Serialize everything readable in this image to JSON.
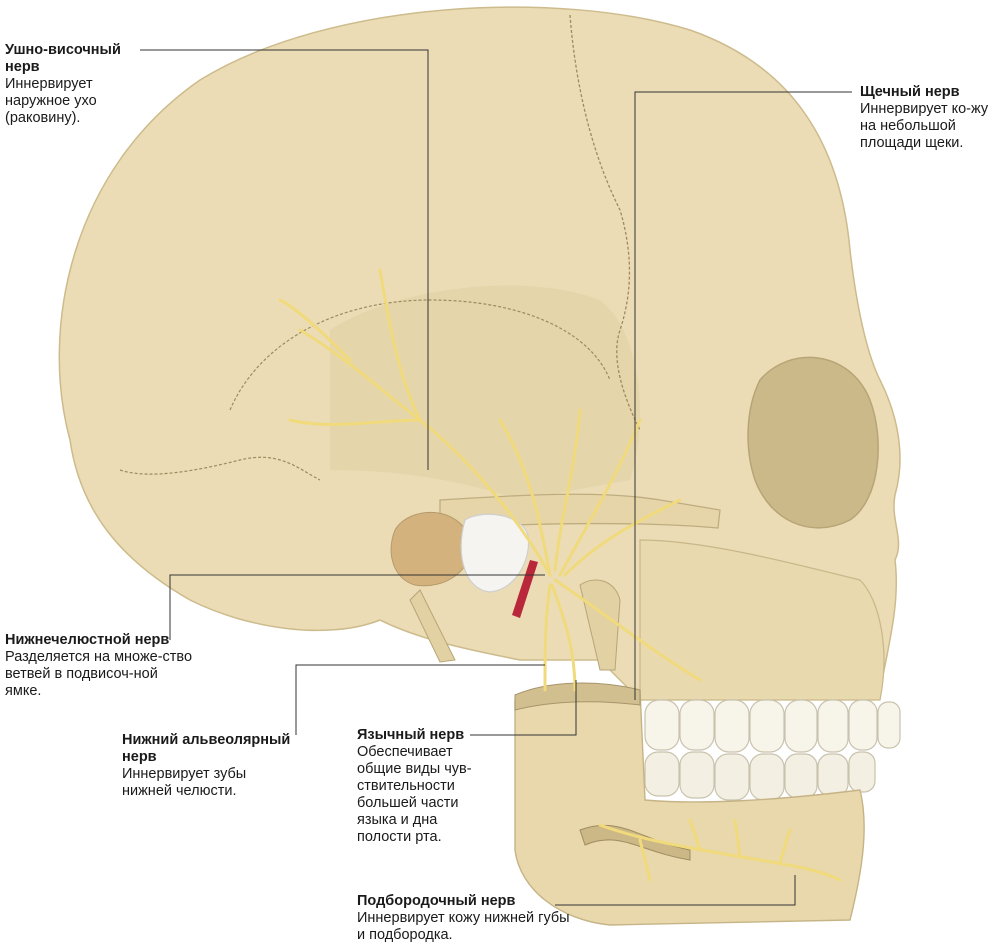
{
  "colors": {
    "bone": "#ebdcb5",
    "bone_shadow": "#d7c69a",
    "bone_dark": "#b9a678",
    "nerve": "#f0da7c",
    "artery": "#b8273a",
    "teeth": "#f7f4ea",
    "leader": "#333333"
  },
  "labels": {
    "auriculotemporal": {
      "title": "Ушно-височный нерв",
      "desc": "Иннервирует наружное ухо (раковину)."
    },
    "buccal": {
      "title": "Щечный нерв",
      "desc": "Иннервирует ко-жу на небольшой площади щеки."
    },
    "mandibular": {
      "title": "Нижнечелюстной нерв",
      "desc": "Разделяется на множе-ство ветвей в подвисоч-ной ямке."
    },
    "inferior_alveolar": {
      "title": "Нижний альвеолярный нерв",
      "desc": "Иннервирует зубы нижней челюсти."
    },
    "lingual": {
      "title": "Язычный нерв",
      "desc": "Обеспечивает общие виды чув-ствительности большей части языка и дна полости рта."
    },
    "mental": {
      "title": "Подбородочный нерв",
      "desc": "Иннервирует кожу нижней губы и подбородка."
    }
  }
}
